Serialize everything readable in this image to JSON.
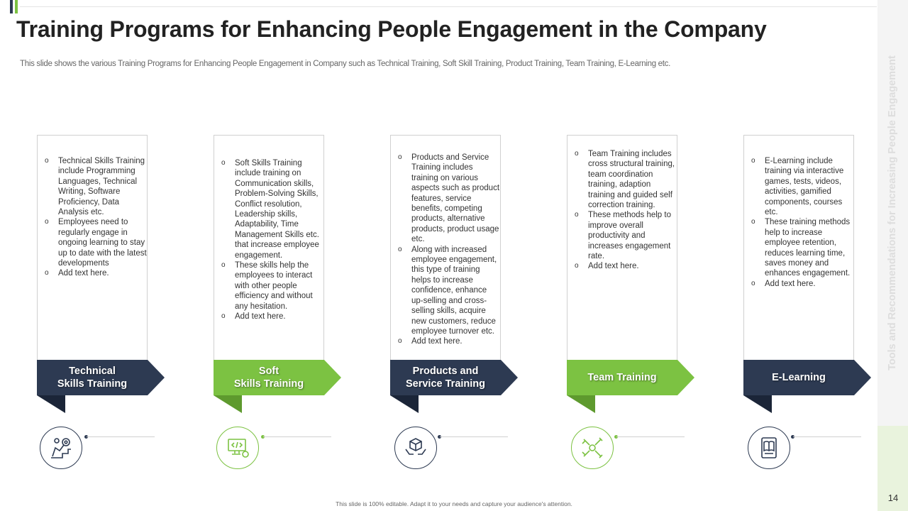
{
  "title": "Training Programs for Enhancing People Engagement in the Company",
  "subtitle": "This slide shows the various Training Programs for Enhancing People Engagement in Company such as Technical Training, Soft Skill Training, Product Training, Team Training, E-Learning etc.",
  "side_title": "Tools and Recommendations for Increasing People Engagement",
  "page_number": "14",
  "footer": "This slide is 100% editable. Adapt it to your needs and capture your audience's attention.",
  "colors": {
    "navy": "#2d3a52",
    "green": "#7cc242"
  },
  "programs": [
    {
      "label_line1": "Technical",
      "label_line2": "Skills Training",
      "icon": "technical-skills-icon",
      "bullets": [
        "Technical Skills Training include Programming Languages, Technical Writing, Software Proficiency, Data Analysis etc.",
        "Employees need to regularly engage in ongoing learning to stay up to date with the latest developments",
        "Add text here."
      ]
    },
    {
      "label_line1": "Soft",
      "label_line2": "Skills Training",
      "icon": "computer-code-icon",
      "bullets": [
        "Soft Skills Training include training on Communication skills, Problem-Solving Skills, Conflict resolution, Leadership skills, Adaptability, Time Management Skills etc. that increase employee engagement.",
        "These skills help the employees to interact with other people efficiency and without any hesitation.",
        "Add text here."
      ]
    },
    {
      "label_line1": "Products and",
      "label_line2": "Service Training",
      "icon": "product-hands-icon",
      "bullets": [
        "Products and Service Training includes training on various aspects such as product features, service benefits, competing products, alternative products, product usage etc.",
        "Along with increased employee engagement, this type of training helps to increase confidence, enhance up-selling and cross-selling skills, acquire new customers, reduce employee turnover etc.",
        "Add text here."
      ]
    },
    {
      "label_line1": "Team Training",
      "label_line2": "",
      "icon": "team-hands-icon",
      "bullets": [
        "Team Training includes cross structural training, team coordination training, adaption training and guided self correction training.",
        "These methods help to improve overall productivity and increases engagement rate.",
        "Add text here."
      ]
    },
    {
      "label_line1": "E-Learning",
      "label_line2": "",
      "icon": "e-book-icon",
      "bullets": [
        "E-Learning include training via interactive games, tests, videos, activities, gamified components, courses etc.",
        "These training methods help to increase employee retention, reduces learning time, saves money and enhances engagement.",
        "Add text here."
      ]
    }
  ]
}
